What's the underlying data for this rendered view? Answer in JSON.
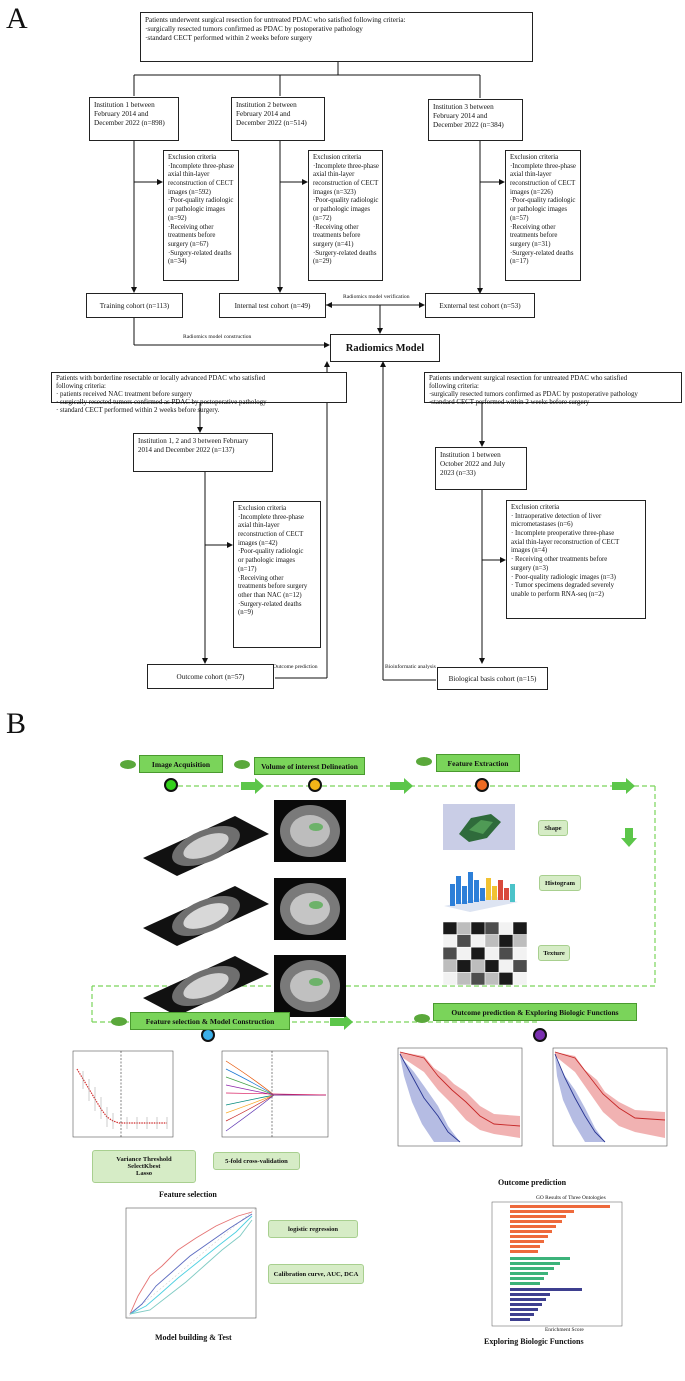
{
  "panel_a": {
    "letter": "A",
    "criteria_main": [
      "Patients underwent surgical resection for untreated PDAC who satisfied following criteria:",
      "·surgically resected tumors confirmed as PDAC by postoperative pathology",
      "·standard CECT performed within 2 weeks before surgery"
    ],
    "inst1": [
      "Institution 1 between",
      "February 2014 and",
      "December 2022 (n=898)"
    ],
    "inst2": [
      "Institution 2 between",
      "February 2014 and",
      "December 2022 (n=514)"
    ],
    "inst3": [
      "Institution 3 between",
      "February 2014 and",
      "December 2022 (n=384)"
    ],
    "excl1": [
      "Exclusion criteria",
      "·Incomplete three-phase",
      "axial thin-layer",
      "reconstruction of CECT",
      "images (n=592)",
      "·Poor-quality radiologic",
      "or pathologic images",
      "(n=92)",
      "·Receiving other",
      "treatments before",
      "surgery (n=67)",
      "·Surgery-related deaths",
      "(n=34)"
    ],
    "excl2": [
      "Exclusion criteria",
      "·Incomplete three-phase",
      "axial thin-layer",
      "reconstruction of CECT",
      "images (n=323)",
      "·Poor-quality radiologic",
      "or pathologic images",
      "(n=72)",
      "·Receiving other",
      "treatments before",
      "surgery (n=41)",
      "·Surgery-related deaths",
      "(n=29)"
    ],
    "excl3": [
      "Exclusion criteria",
      "·Incomplete three-phase",
      "axial thin-layer",
      "reconstruction of CECT",
      "images (n=226)",
      "·Poor-quality radiologic",
      "or pathologic images",
      "(n=57)",
      "·Receiving other",
      "treatments before",
      "surgery (n=31)",
      "·Surgery-related deaths",
      "(n=17)"
    ],
    "training": "Training cohort (n=113)",
    "internal": "Internal test cohort (n=49)",
    "external": "Exnternal test cohort (n=53)",
    "verification": "Radiomics model verification",
    "construction": "Radiomics model construction",
    "model": "Radiomics Model",
    "criteria_nac": [
      "Patients with borderline resectable or locally advanced PDAC who satisfied",
      "following criteria:",
      "· patients received NAC treatment before surgery",
      "· surgically resected tumors confirmed as PDAC by postoperative pathology",
      "· standard CECT performed within 2 weeks before surgery."
    ],
    "inst123": [
      "Institution 1, 2 and 3 between  February",
      "2014 and December 2022 (n=137)"
    ],
    "excl_nac": [
      "Exclusion criteria",
      "·Incomplete three-phase",
      "axial thin-layer",
      "reconstruction of CECT",
      "images (n=42)",
      "·Poor-quality radiologic",
      "or pathologic images",
      "(n=17)",
      "·Receiving other",
      "treatments before surgery",
      "other than NAC (n=12)",
      "·Surgery-related deaths",
      "(n=9)"
    ],
    "outcome_cohort": "Outcome cohort (n=57)",
    "outcome_prediction": "Outcome prediction",
    "criteria_bio": [
      "Patients underwent surgical resection for untreated PDAC who satisfied",
      "following criteria:",
      "·surgically resected tumors confirmed as PDAC by postoperative pathology",
      "·standard CECT performed within 2 weeks before surgery"
    ],
    "inst1_bio": [
      "Institution 1 between",
      "October 2022 and July",
      "2023 (n=33)"
    ],
    "excl_bio": [
      "Exclusion criteria",
      "· Intraoperative detection of liver",
      "micrometastases (n=6)",
      "· Incomplete preoperative three-phase",
      "axial thin-layer reconstruction of CECT",
      "images (n=4)",
      "· Receiving other treatments before",
      "surgery (n=3)",
      "· Poor-quality radiologic images (n=3)",
      "· Tumor specimens degraded severely",
      "unable to perform RNA-seq (n=2)"
    ],
    "bioinformatic": "Bioinformatic analysis",
    "bio_cohort": "Biological basis cohort (n=15)"
  },
  "panel_b": {
    "letter": "B",
    "step1": "Image Acquisition",
    "step2": "Volume of interest Delineation",
    "step3": "Feature Extraction",
    "feat_shape": "Shape",
    "feat_histogram": "Histogram",
    "feat_texture": "Texture",
    "step4": "Feature selection & Model Construction",
    "step5": "Outcome prediction & Exploring Biologic Functions",
    "methods": [
      "Variance Threshold",
      "SelectKbest",
      "Lasso"
    ],
    "cv": "5-fold cross-validation",
    "feature_selection": "Feature selection",
    "logistic": "logistic regression",
    "calibration": "Calibration curve, AUC, DCA",
    "model_building": "Model building & Test",
    "outcome_caption": "Outcome prediction",
    "go_title": "GO Results of Three Ontologies",
    "go_xlabel": "Enrichment Score",
    "exploring": "Exploring Biologic Functions",
    "pin_colors": [
      "#33d11b",
      "#f2b418",
      "#ee6a23",
      "#3aaee8",
      "#7a2fb0"
    ],
    "accent_green": "#7ad45a"
  }
}
